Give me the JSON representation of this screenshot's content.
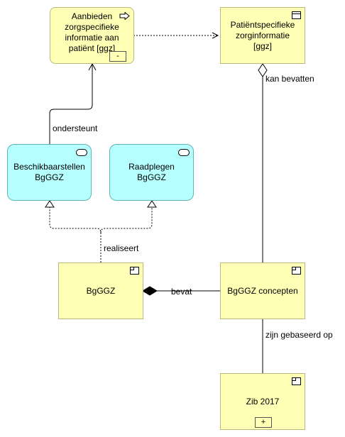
{
  "nodes": {
    "aanbieden": {
      "label": "Aanbieden zorgspecifieke informatie aan patiënt [ggz]",
      "collapse": "-",
      "icon": "process-arrow-icon"
    },
    "patientspecifieke": {
      "label": "Patiëntspecifieke zorginformatie [ggz]",
      "icon": "business-object-icon"
    },
    "beschikbaarstellen": {
      "label": "Beschikbaarstellen BgGGZ",
      "icon": "service-icon"
    },
    "raadplegen": {
      "label": "Raadplegen BgGGZ",
      "icon": "service-icon"
    },
    "bgggz": {
      "label": "BgGGZ",
      "icon": "component-icon"
    },
    "concepten": {
      "label": "BgGGZ concepten",
      "icon": "component-icon"
    },
    "zib": {
      "label": "Zib 2017",
      "expand": "+",
      "icon": "component-icon"
    }
  },
  "edges": {
    "ondersteunt": "ondersteunt",
    "kan_bevatten": "kan bevatten",
    "realiseert": "realiseert",
    "bevat": "bevat",
    "zijn_gebaseerd_op": "zijn gebaseerd op"
  },
  "colors": {
    "business_fill": "#ffffb5",
    "service_fill": "#b5ffff"
  }
}
